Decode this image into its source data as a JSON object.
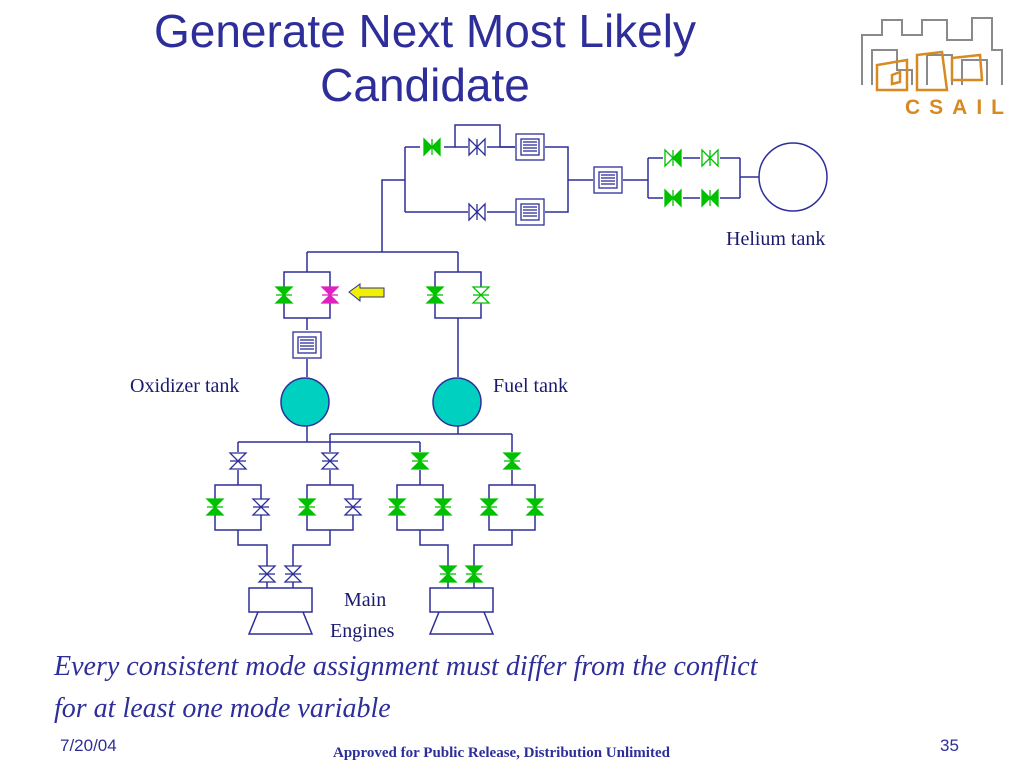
{
  "slide": {
    "title_line1": "Generate Next Most Likely",
    "title_line2": "Candidate",
    "logo_text": "CSAIL",
    "note_line1": "Every consistent mode assignment must differ from the conflict",
    "note_line2": "for at least one mode variable",
    "date": "7/20/04",
    "release": "Approved for Public Release, Distribution Unlimited",
    "page": "35"
  },
  "diagram": {
    "labels": {
      "helium": "Helium tank",
      "oxidizer": "Oxidizer tank",
      "fuel": "Fuel tank",
      "engines_line1": "Main",
      "engines_line2": "Engines"
    },
    "colors": {
      "line": "#2e2e9a",
      "valve_open": "#00c000",
      "valve_conflict": "#e020c0",
      "tank_fill": "#00d0c0",
      "arrow": "#f0f000",
      "logo": "#d68a21"
    }
  }
}
